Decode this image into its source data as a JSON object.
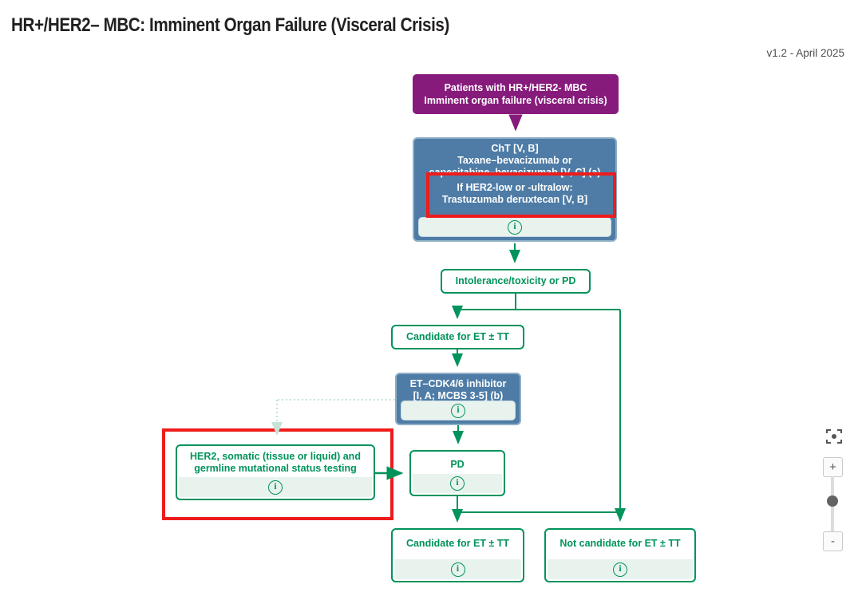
{
  "page": {
    "title": "HR+/HER2– MBC: Imminent Organ Failure (Visceral Crisis)",
    "version": "v1.2 - April 2025"
  },
  "colors": {
    "purple": "#871b7c",
    "blue": "#4e7ca6",
    "green": "#00935b",
    "mint": "#e8f3ee",
    "highlight_red": "#ee1c1b",
    "dotted_pale_green": "#c5e3d6"
  },
  "flow": {
    "start": {
      "line1": "Patients with HR+/HER2- MBC",
      "line2": "Imminent organ failure (visceral crisis)"
    },
    "cht": {
      "line1": "ChT [V, B]",
      "line2": "Taxane–bevacizumab or",
      "line3": "capecitabine–bevacizumab [V, C] (a)",
      "hl1": "If HER2-low or -ultralow:",
      "hl2": "Trastuzumab deruxtecan [V, B]"
    },
    "intolerance": {
      "label": "Intolerance/toxicity or PD"
    },
    "candidate_top": {
      "label": "Candidate for ET ± TT"
    },
    "et_cdk": {
      "line1": "ET–CDK4/6 inhibitor",
      "line2": "[I, A; MCBS 3-5] (b)"
    },
    "her2": {
      "line1": "HER2, somatic (tissue or liquid) and",
      "line2": "germline mutational status testing"
    },
    "pd": {
      "label": "PD"
    },
    "candidate_bottom": {
      "label": "Candidate for ET ± TT"
    },
    "not_candidate": {
      "label": "Not candidate for ET ± TT"
    },
    "info_glyph": "i"
  },
  "controls": {
    "zoom_in": "+",
    "zoom_out": "-"
  }
}
